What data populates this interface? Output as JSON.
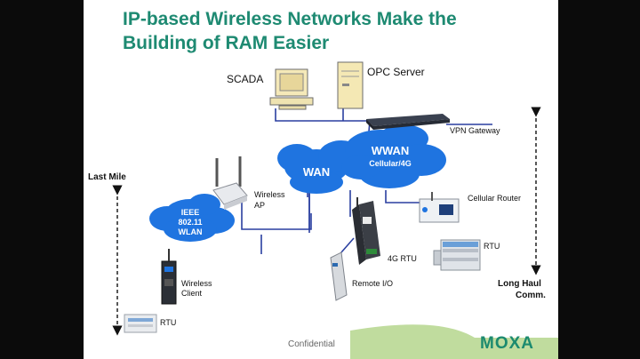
{
  "slide": {
    "title_line1": "IP-based Wireless Networks Make the",
    "title_line2": "Building of RAM Easier",
    "footer_text": "Confidential",
    "logo_text": "MOXA"
  },
  "nodes": {
    "scada": "SCADA",
    "opc_server": "OPC Server",
    "vpn_gateway": "VPN Gateway",
    "wan": "WAN",
    "wwan_line1": "WWAN",
    "wwan_line2": "Cellular/4G",
    "wireless_ap_line1": "Wireless",
    "wireless_ap_line2": "AP",
    "wlan_line1": "IEEE",
    "wlan_line2": "802.11",
    "wlan_line3": "WLAN",
    "cellular_router": "Cellular Router",
    "rtu_router": "RTU",
    "rtu_4g": "4G RTU",
    "remote_io": "Remote I/O",
    "wireless_client_line1": "Wireless",
    "wireless_client_line2": "Client",
    "rtu_client": "RTU"
  },
  "ranges": {
    "last_mile": "Last Mile",
    "long_haul_line1": "Long Haul",
    "long_haul_line2": "Comm."
  },
  "colors": {
    "title": "#1e8a72",
    "cloud": "#1f74e0",
    "link": "#2a3fa0",
    "logo": "#1c8a6f"
  }
}
